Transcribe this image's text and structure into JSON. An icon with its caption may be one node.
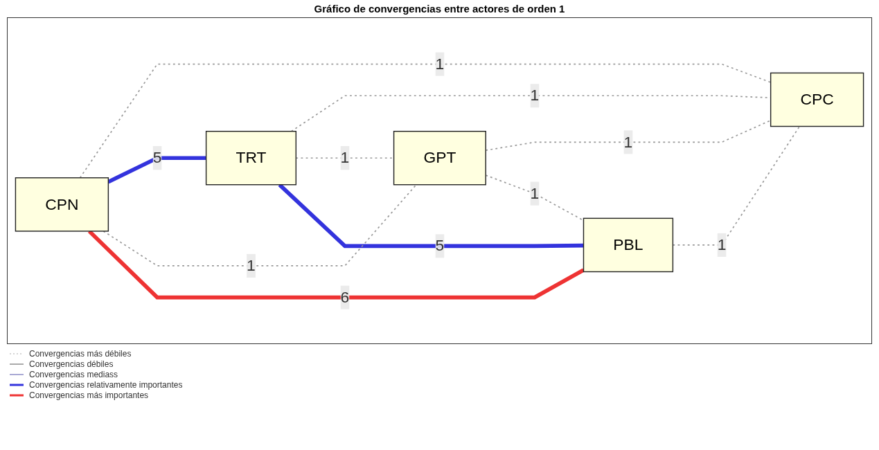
{
  "diagram": {
    "title": "Gráfico de convergencias entre actores de orden 1",
    "nodes": [
      {
        "text": [
          "CPC"
        ]
      },
      {
        "text": [
          "TRT"
        ]
      },
      {
        "text": [
          "GPT"
        ]
      },
      {
        "text": [
          "CPN"
        ]
      },
      {
        "text": [
          "PBL"
        ]
      }
    ],
    "edges": [
      {
        "from": 1,
        "to": 0,
        "arrow": "none",
        "label": "1",
        "style": "dashed"
      },
      {
        "from": 2,
        "to": 0,
        "arrow": "none",
        "label": "1",
        "style": "dashed"
      },
      {
        "from": 1,
        "to": 2,
        "arrow": "none",
        "label": "1",
        "style": "dashed"
      },
      {
        "from": 3,
        "to": 0,
        "arrow": "none",
        "label": "1",
        "style": "dashed"
      },
      {
        "from": 4,
        "to": 0,
        "arrow": "none",
        "label": "1",
        "style": "dashed"
      },
      {
        "from": 3,
        "to": 1,
        "arrow": "none",
        "label": "5",
        "style": "thick",
        "color": "#3333dd"
      },
      {
        "from": 1,
        "to": 4,
        "arrow": "none",
        "label": "5",
        "style": "thick",
        "color": "#3333dd"
      },
      {
        "from": 3,
        "to": 2,
        "arrow": "none",
        "label": "1",
        "style": "dashed"
      },
      {
        "from": 2,
        "to": 4,
        "arrow": "none",
        "label": "1",
        "style": "dashed"
      },
      {
        "from": 3,
        "to": 4,
        "arrow": "none",
        "label": "6",
        "style": "thick",
        "color": "#ee3333"
      }
    ],
    "legend": [
      {
        "text": "Convergencias más débiles"
      },
      {
        "text": "Convergencias débiles"
      },
      {
        "text": "Convergencias mediass"
      },
      {
        "text": "Convergencias relativamente importantes"
      },
      {
        "text": "Convergencias más importantes"
      }
    ]
  }
}
